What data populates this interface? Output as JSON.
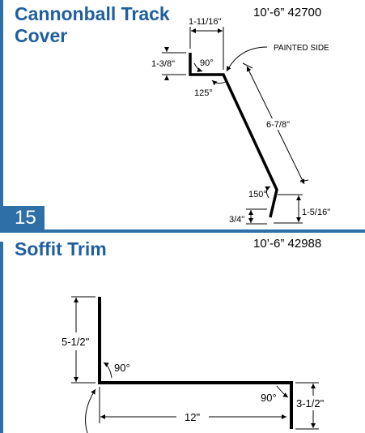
{
  "sections": [
    {
      "number": "",
      "title_line1": "Cannonball Track",
      "title_line2": "Cover",
      "code": "10’-6” 42700",
      "dims": {
        "top_width": "1-11/16\"",
        "left_height": "1-3/8\"",
        "angle_top": "90°",
        "angle_bend": "125°",
        "painted_side": "PAINTED SIDE",
        "slant_length": "6-7/8\"",
        "angle_bottom": "150°",
        "hem_left": "3/4\"",
        "hem_right": "1-5/16\""
      }
    },
    {
      "number": "15",
      "title": "Soffit Trim",
      "code": "10’-6” 42988",
      "dims": {
        "left_height": "5-1/2\"",
        "angle_left": "90°",
        "bottom_width": "12\"",
        "angle_right": "90°",
        "right_height": "3-1/2\""
      }
    }
  ],
  "colors": {
    "accent": "#2e6fa7",
    "title": "#1f5f9f",
    "badge_text": "#ffffff"
  }
}
